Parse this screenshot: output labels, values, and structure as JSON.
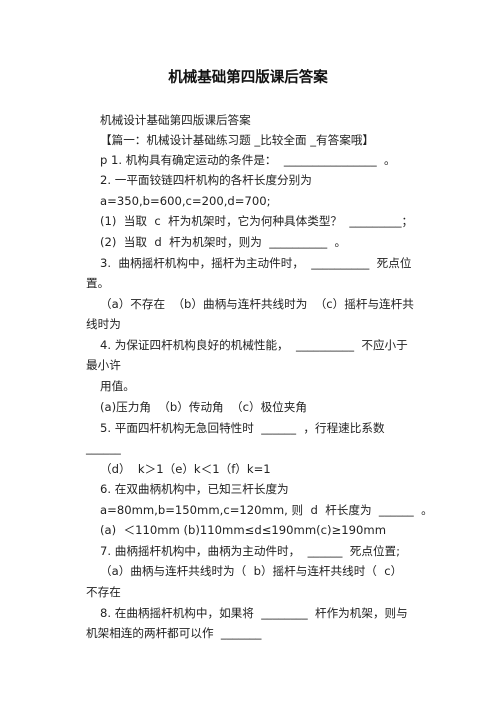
{
  "document": {
    "title": "机械基础第四版课后答案",
    "lines": [
      "机械设计基础第四版课后答案",
      "【篇一：机械设计基础练习题 _比较全面 _有答案哦】",
      "p 1. 机构具有确定运动的条件是：  ________________  。",
      "2. 一平面铰链四杆机构的各杆长度分别为",
      "a=350,b=600,c=200,d=700;",
      "(1)  当取  c  杆为机架时，它为何种具体类型？  _________；",
      "(2)  当取  d  杆为机架时，则为  __________  。",
      "3.  曲柄摇杆机构中，摇杆为主动件时，  __________  死点位",
      "置。",
      "（a）不存在  （b）曲柄与连杆共线时为  （c）摇杆与连杆共",
      "线时为",
      "4. 为保证四杆机构良好的机械性能，  __________  不应小于",
      "最小许",
      "用值。",
      "(a)压力角  （b）传动角  （c）极位夹角",
      "5. 平面四杆机构无急回特性时  ______  ，行程速比系数",
      "______",
      "（d）  k＞1（e）k＜1（f）k=1",
      "6. 在双曲柄机构中，已知三杆长度为",
      "a=80mm,b=150mm,c=120mm, 则  d  杆长度为  ______  。",
      "(a)  ＜110mm (b)110mm≤d≤190mm(c)≥190mm",
      "7. 曲柄摇杆机构中，曲柄为主动件时，  ______  死点位置;",
      "（a）曲柄与连杆共线时为（  b）摇杆与连杆共线时（  c）",
      "不存在",
      "8. 在曲柄摇杆机构中，如果将  ________  杆作为机架，则与",
      "机架相连的两杆都可以作  _______"
    ]
  }
}
